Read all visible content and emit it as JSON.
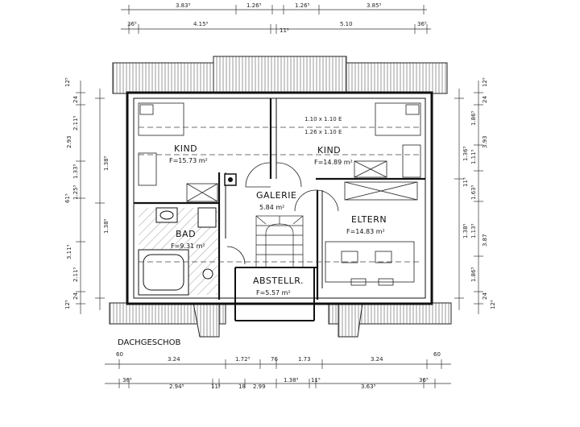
{
  "plan": {
    "title": "DACHGESCHOB",
    "rooms": [
      {
        "name": "KIND",
        "area": "F=15.73 m²"
      },
      {
        "name": "KIND",
        "area": "F=14.89 m²"
      },
      {
        "name": "GALERIE",
        "area": "5.84 m²"
      },
      {
        "name": "BAD",
        "area": "F=9.31 m²"
      },
      {
        "name": "ELTERN",
        "area": "F=14.83 m²"
      },
      {
        "name": "ABSTELLR.",
        "area": "F=5.57 m²"
      }
    ],
    "notes": [
      "1.10 x 1.10 E",
      "1.26 x 1.10 E"
    ]
  },
  "dims": {
    "top_row1": [
      "3.83⁵",
      "1.26⁵",
      "1.26⁵",
      "3.85⁵"
    ],
    "top_row2": [
      "36⁵",
      "4.15⁵",
      "11⁵",
      "5.10",
      "36⁵"
    ],
    "bottom_row1": [
      "60",
      "3.24",
      "1.72⁵",
      "76",
      "1.73",
      "3.24",
      "60"
    ],
    "bottom_row2": [
      "36⁵",
      "2.94⁵",
      "11⁵",
      "18",
      "2.99",
      "1.38⁵",
      "11⁵",
      "3.63⁵",
      "36⁵"
    ],
    "left_outer": [
      "12⁵",
      "24",
      "2.11⁵",
      "2.93",
      "1.33⁵",
      "1.25⁵",
      "61⁵",
      "3.11⁵",
      "2.11⁵",
      "24",
      "12⁵"
    ],
    "left_inner": [
      "1.38⁵",
      "1.38⁵"
    ],
    "right_outer": [
      "12⁵",
      "24",
      "1.86⁵",
      "3.93",
      "1.11⁵",
      "1.63⁵",
      "1.13⁵",
      "3.87",
      "1.86⁵",
      "24",
      "12⁵"
    ],
    "right_inner": [
      "1.36⁵",
      "11⁵",
      "1.38⁵"
    ]
  }
}
